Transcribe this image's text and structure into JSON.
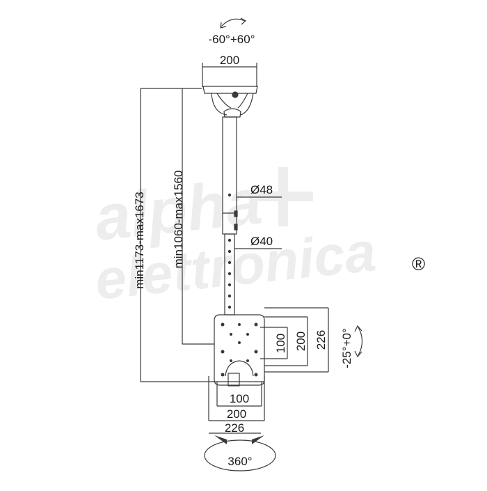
{
  "diagram": {
    "rotation_top": "-60°+60°",
    "top_plate_width": "200",
    "tube_outer_diameter": "Ø48",
    "tube_inner_diameter": "Ø40",
    "height_total_range": "min1173-max1673",
    "height_tube_range": "min1060-max1560",
    "vesa_inner_height": "100",
    "vesa_outer_height": "200",
    "plate_height": "226",
    "tilt_range": "-25°+0°",
    "vesa_inner_width": "100",
    "vesa_outer_width": "200",
    "plate_width": "226",
    "rotation_bottom": "360°"
  },
  "watermark": {
    "line1": "alpha",
    "line2": "elettronica",
    "registered_mark": "®"
  },
  "colors": {
    "line": "#3a3a3a",
    "watermark": "#ededed",
    "background": "#ffffff"
  }
}
